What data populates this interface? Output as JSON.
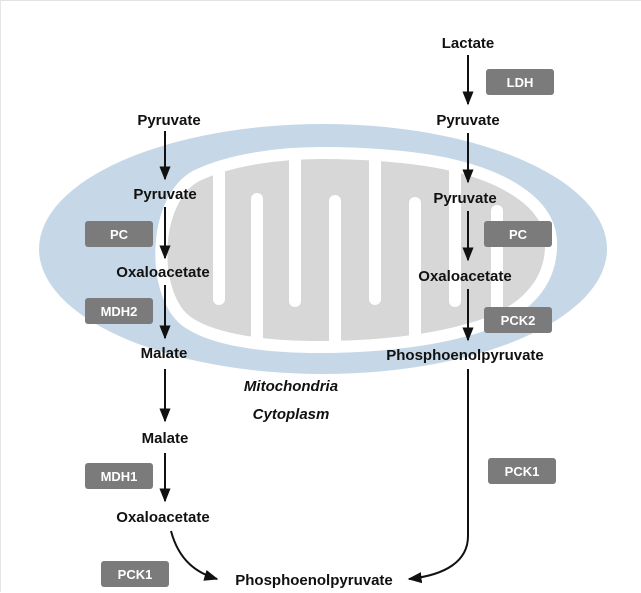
{
  "compartments": {
    "mitochondria": "Mitochondria",
    "cytoplasm": "Cytoplasm"
  },
  "left_pathway": {
    "pyruvate_cytosol": "Pyruvate",
    "pyruvate_mito": "Pyruvate",
    "oxaloacetate_mito": "Oxaloacetate",
    "malate_mito": "Malate",
    "malate_cytosol": "Malate",
    "oxaloacetate_cytosol": "Oxaloacetate"
  },
  "right_pathway": {
    "lactate": "Lactate",
    "pyruvate_cytosol": "Pyruvate",
    "pyruvate_mito": "Pyruvate",
    "oxaloacetate_mito": "Oxaloacetate",
    "pep_mito": "Phosphoenolpyruvate"
  },
  "product": "Phosphoenolpyruvate",
  "enzymes": {
    "ldh": "LDH",
    "pc_left": "PC",
    "mdh2": "MDH2",
    "mdh1": "MDH1",
    "pck1_left": "PCK1",
    "pc_right": "PC",
    "pck2": "PCK2",
    "pck1_right": "PCK1"
  },
  "colors": {
    "mito_outer": "#c6d8e7",
    "mito_inner": "#d7d7d7",
    "mito_membrane": "#ffffff",
    "enzyme_box": "#7b7b7b",
    "enzyme_text": "#ffffff",
    "arrow": "#111111"
  }
}
